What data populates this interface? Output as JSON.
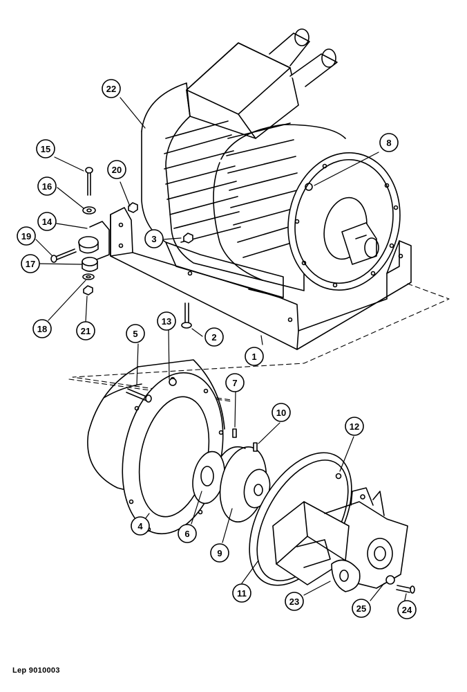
{
  "callouts": [
    "1",
    "2",
    "3",
    "4",
    "5",
    "6",
    "7",
    "8",
    "9",
    "10",
    "11",
    "12",
    "13",
    "14",
    "15",
    "16",
    "17",
    "18",
    "19",
    "20",
    "21",
    "22",
    "23",
    "24",
    "25"
  ],
  "reference": "Lep 9010003"
}
